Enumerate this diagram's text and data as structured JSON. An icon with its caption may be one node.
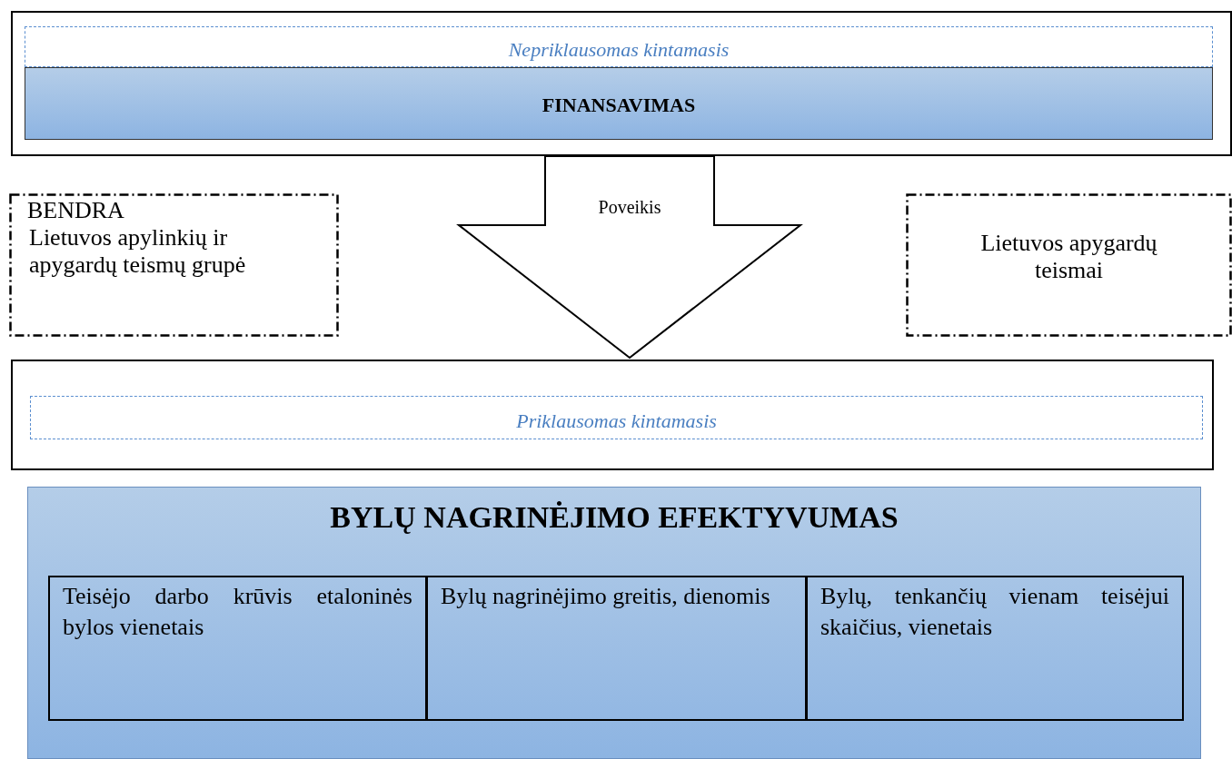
{
  "diagram": {
    "nodes": [
      {
        "text": [],
        "shape": "box"
      },
      {
        "text": [
          "Nepriklausomas kintamasis"
        ],
        "in": 0
      },
      {
        "text": [
          "FINANSAVIMAS"
        ],
        "in": 0
      },
      {
        "text": [
          "BENDRA",
          "Lietuvos apylinkių ir apygardų teismų grupė"
        ]
      },
      {
        "text": [
          "Lietuvos apygardų teismai"
        ]
      },
      {
        "text": [],
        "shape": "box"
      },
      {
        "text": [
          "Priklausomas kintamasis"
        ],
        "in": 5
      },
      {
        "text": [
          "BYLŲ NAGRINĖJIMO EFEKTYVUMAS"
        ]
      },
      {
        "text": [
          "Teisėjo darbo krūvis etaloninės bylos vienetais"
        ],
        "in": 7
      },
      {
        "text": [
          "Bylų nagrinėjimo greitis, dienomis"
        ],
        "in": 7
      },
      {
        "text": [
          "Bylų, tenkančių vienam teisėjui skaičius, vienetais"
        ],
        "in": 7
      }
    ],
    "edges": [
      {
        "from": 0,
        "to": 5,
        "arrow": "to",
        "label": "Poveikis"
      }
    ]
  }
}
